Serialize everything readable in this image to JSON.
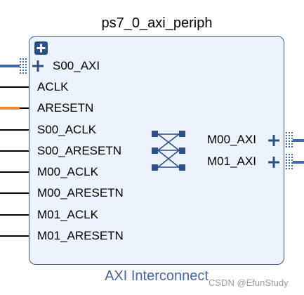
{
  "block": {
    "title": "ps7_0_axi_periph",
    "subtitle": "AXI Interconnect",
    "colors": {
      "fill": "#ecf3fc",
      "border": "#3f5a7a",
      "bus": "#4269a8",
      "reset": "#f18b2d",
      "icon": "#2d4f86"
    },
    "left_ports": [
      {
        "name": "S00_AXI",
        "kind": "bus-interface"
      },
      {
        "name": "ACLK",
        "kind": "clock"
      },
      {
        "name": "ARESETN",
        "kind": "reset"
      },
      {
        "name": "S00_ACLK",
        "kind": "clock"
      },
      {
        "name": "S00_ARESETN",
        "kind": "reset"
      },
      {
        "name": "M00_ACLK",
        "kind": "clock"
      },
      {
        "name": "M00_ARESETN",
        "kind": "reset"
      },
      {
        "name": "M01_ACLK",
        "kind": "clock"
      },
      {
        "name": "M01_ARESETN",
        "kind": "reset"
      }
    ],
    "right_ports": [
      {
        "name": "M00_AXI",
        "kind": "bus-interface"
      },
      {
        "name": "M01_AXI",
        "kind": "bus-interface"
      }
    ],
    "icons": [
      "collapse-plus-icon",
      "expand-plus-icon",
      "crossbar-icon",
      "bus-connector-dots-icon"
    ]
  },
  "watermark": "CSDN @EfunStudy"
}
